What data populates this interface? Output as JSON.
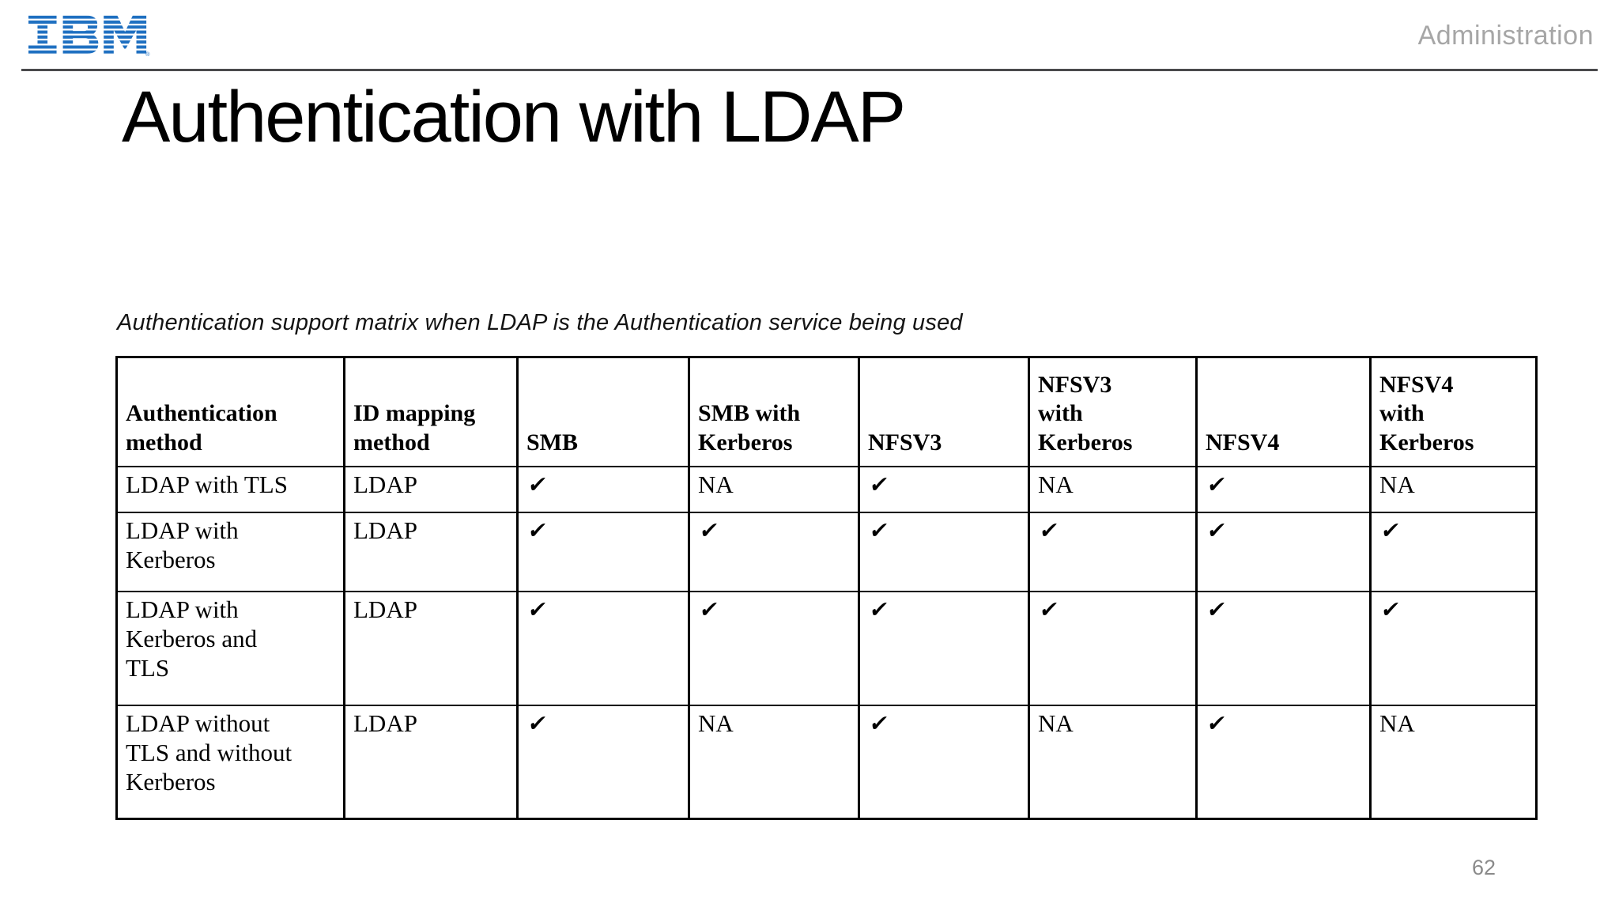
{
  "header": {
    "logo_text": "IBM",
    "registered_mark": "®",
    "context_label": "Administration"
  },
  "slide": {
    "title": "Authentication with LDAP",
    "caption": "Authentication support matrix when LDAP is the Authentication service being used",
    "page_number": "62"
  },
  "colors": {
    "ibm_blue": "#1f70c1",
    "context_gray": "#a6a6a6",
    "rule_gray": "#4a4a4c",
    "page_number_gray": "#8a8a8a",
    "table_border_black": "#000000"
  },
  "table": {
    "columns": [
      "Authentication\nmethod",
      "ID mapping\nmethod",
      "SMB",
      "SMB with\nKerberos",
      "NFSV3",
      "NFSV3\nwith\nKerberos",
      "NFSV4",
      "NFSV4\nwith\nKerberos"
    ],
    "check_symbol": "✔",
    "na_symbol": "NA",
    "rows": [
      {
        "method": "LDAP with TLS",
        "id_mapping": "LDAP",
        "cells": [
          "✔",
          "NA",
          "✔",
          "NA",
          "✔",
          "NA"
        ]
      },
      {
        "method": "LDAP with\nKerberos",
        "id_mapping": "LDAP",
        "cells": [
          "✔",
          "✔",
          "✔",
          "✔",
          "✔",
          "✔"
        ]
      },
      {
        "method": "LDAP with\nKerberos and\nTLS",
        "id_mapping": "LDAP",
        "cells": [
          "✔",
          "✔",
          "✔",
          "✔",
          "✔",
          "✔"
        ]
      },
      {
        "method": "LDAP without\nTLS and without\nKerberos",
        "id_mapping": "LDAP",
        "cells": [
          "✔",
          "NA",
          "✔",
          "NA",
          "✔",
          "NA"
        ]
      }
    ]
  }
}
